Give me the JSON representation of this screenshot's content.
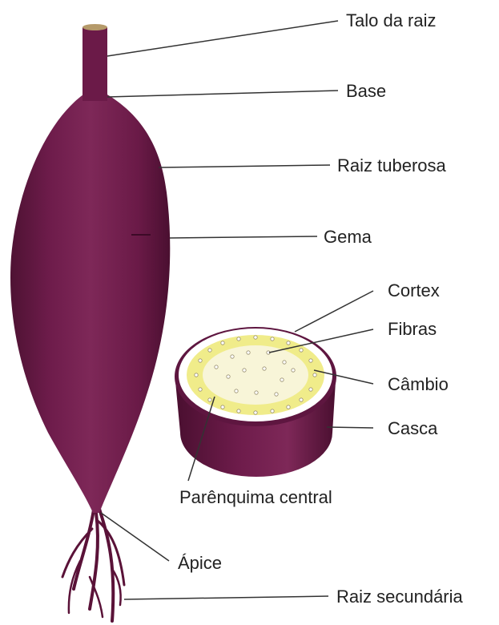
{
  "labels": {
    "talo": "Talo da raiz",
    "base": "Base",
    "raiz_tuberosa": "Raiz tuberosa",
    "gema": "Gema",
    "cortex": "Cortex",
    "fibras": "Fibras",
    "cambio": "Câmbio",
    "casca": "Casca",
    "parenquima": "Parênquima central",
    "apice": "Ápice",
    "raiz_secundaria": "Raiz secundária"
  },
  "colors": {
    "skin": "#6b1a48",
    "skin_dark": "#4a0f30",
    "skin_light": "#8e3666",
    "stalk_top": "#b59a6a",
    "cortex_ring": "#ffffff",
    "cambium_ring": "#f0ec8a",
    "parenchyma": "#f8f5d8",
    "leader": "#333333",
    "text": "#222222"
  }
}
